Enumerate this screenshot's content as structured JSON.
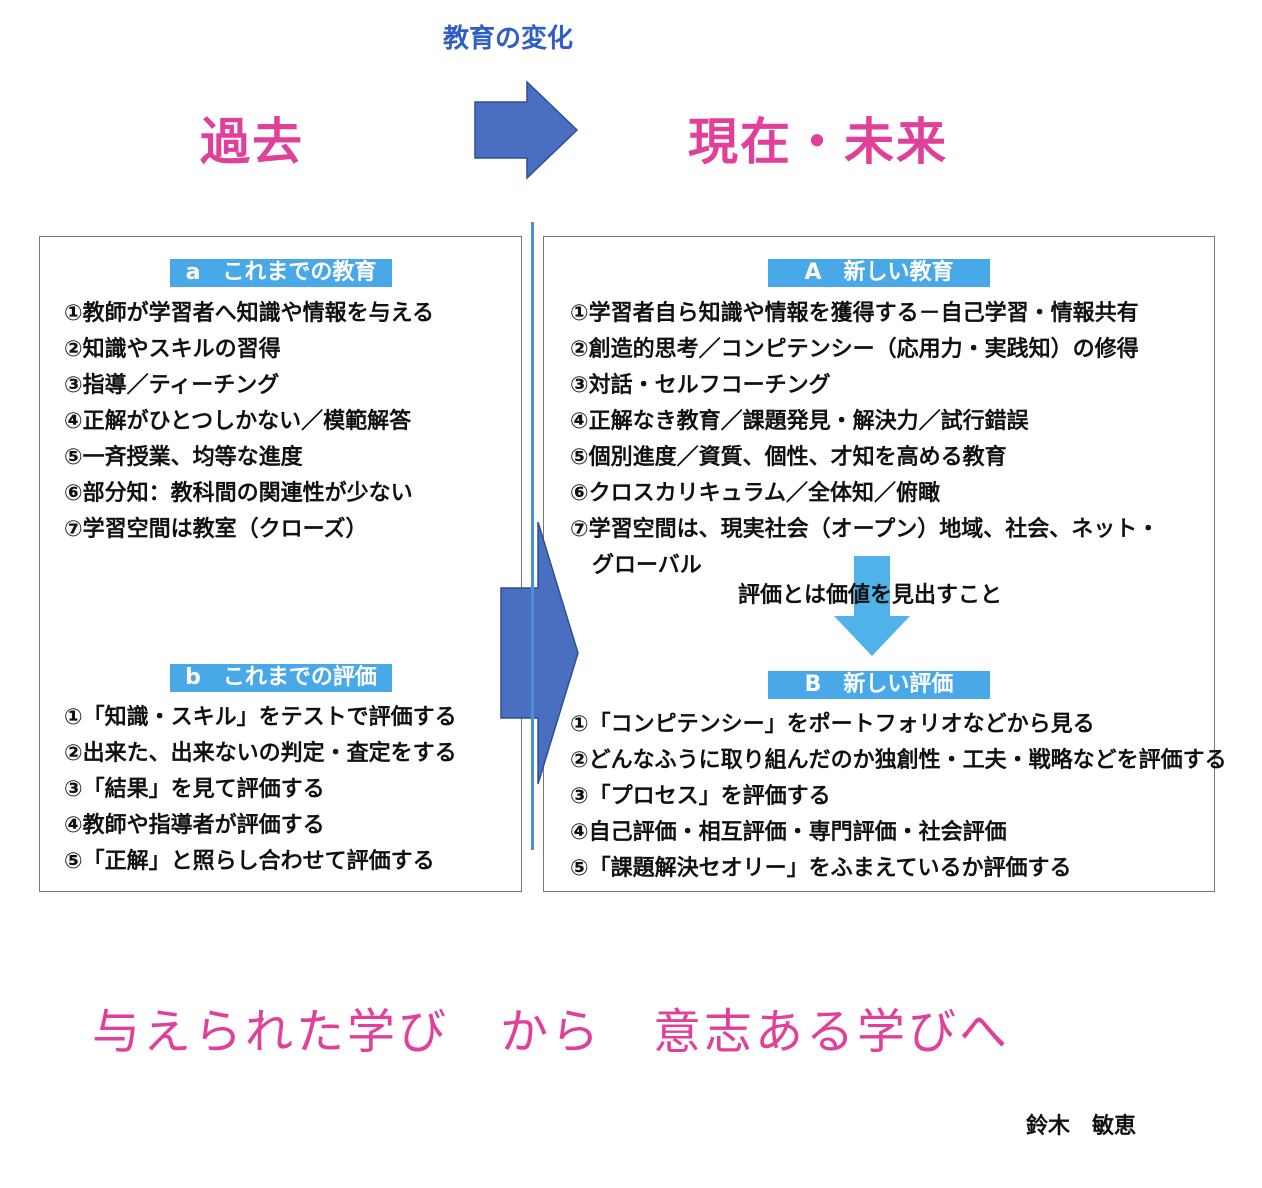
{
  "title": "教育の変化",
  "past_label": "過去",
  "future_label": "現在・未来",
  "colors": {
    "pink": "#e0409a",
    "title_blue": "#2f5fc4",
    "badge_blue": "#49a8e8",
    "arrow_dark": "#4a6fc0",
    "arrow_light": "#4fb3ea",
    "divider": "#4a90d9"
  },
  "left_box": {
    "education": {
      "heading": "a　これまでの教育",
      "items": [
        "①教師が学習者へ知識や情報を与える",
        "②知識やスキルの習得",
        "③指導／ティーチング",
        "④正解がひとつしかない／模範解答",
        "⑤一斉授業、均等な進度",
        "⑥部分知：教科間の関連性が少ない",
        "⑦学習空間は教室（クローズ）"
      ]
    },
    "evaluation": {
      "heading": "b　これまでの評価",
      "items": [
        "①「知識・スキル」をテストで評価する",
        "②出来た、出来ないの判定・査定をする",
        "③「結果」を見て評価する",
        "④教師や指導者が評価する",
        "⑤「正解」と照らし合わせて評価する"
      ]
    }
  },
  "right_box": {
    "education": {
      "heading": "A　新しい教育",
      "items": [
        "①学習者自ら知識や情報を獲得する－自己学習・情報共有",
        "②創造的思考／コンピテンシー（応用力・実践知）の修得",
        "③対話・セルフコーチング",
        "④正解なき教育／課題発見・解決力／試行錯誤",
        "⑤個別進度／資質、個性、才知を高める教育",
        "⑥クロスカリキュラム／全体知／俯瞰",
        "⑦学習空間は、現実社会（オープン）地域、社会、ネット・",
        "　グローバル"
      ]
    },
    "note": "評価とは価値を見出すこと",
    "evaluation": {
      "heading": "B　新しい評価",
      "items": [
        "①「コンピテンシー」をポートフォリオなどから見る",
        "②どんなふうに取り組んだのか独創性・工夫・戦略などを評価する",
        "③「プロセス」を評価する",
        "④自己評価・相互評価・専門評価・社会評価",
        "⑤「課題解決セオリー」をふまえているか評価する"
      ]
    }
  },
  "slogan": "与えられた学び　から　意志ある学びへ",
  "author": "鈴木　敏恵"
}
